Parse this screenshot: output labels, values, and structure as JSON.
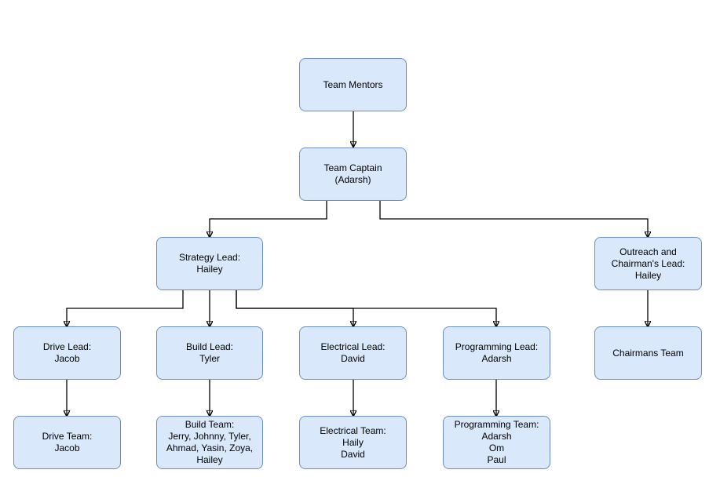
{
  "nodes": {
    "mentors": "Team Mentors",
    "captain": "Team Captain\n(Adarsh)",
    "strategy": "Strategy Lead:\nHailey",
    "outreach": "Outreach and\nChairman's Lead:\nHailey",
    "drive_lead": "Drive Lead:\nJacob",
    "build_lead": "Build Lead:\nTyler",
    "electrical_lead": "Electrical Lead:\nDavid",
    "programming_lead": "Programming Lead:\nAdarsh",
    "chairmans_team": "Chairmans Team",
    "drive_team": "Drive Team:\nJacob",
    "build_team": "Build Team:\nJerry, Johnny, Tyler,\nAhmad, Yasin, Zoya,\nHailey",
    "electrical_team": "Electrical Team:\nHaily\nDavid",
    "programming_team": "Programming Team:\nAdarsh\nOm\nPaul"
  },
  "colors": {
    "node_fill": "#dae8fc",
    "node_border": "#6c8ebf",
    "connector": "#000000"
  },
  "edges": [
    [
      "mentors",
      "captain"
    ],
    [
      "captain",
      "strategy"
    ],
    [
      "captain",
      "outreach"
    ],
    [
      "strategy",
      "drive_lead"
    ],
    [
      "strategy",
      "build_lead"
    ],
    [
      "strategy",
      "electrical_lead"
    ],
    [
      "strategy",
      "programming_lead"
    ],
    [
      "outreach",
      "chairmans_team"
    ],
    [
      "drive_lead",
      "drive_team"
    ],
    [
      "build_lead",
      "build_team"
    ],
    [
      "electrical_lead",
      "electrical_team"
    ],
    [
      "programming_lead",
      "programming_team"
    ]
  ]
}
